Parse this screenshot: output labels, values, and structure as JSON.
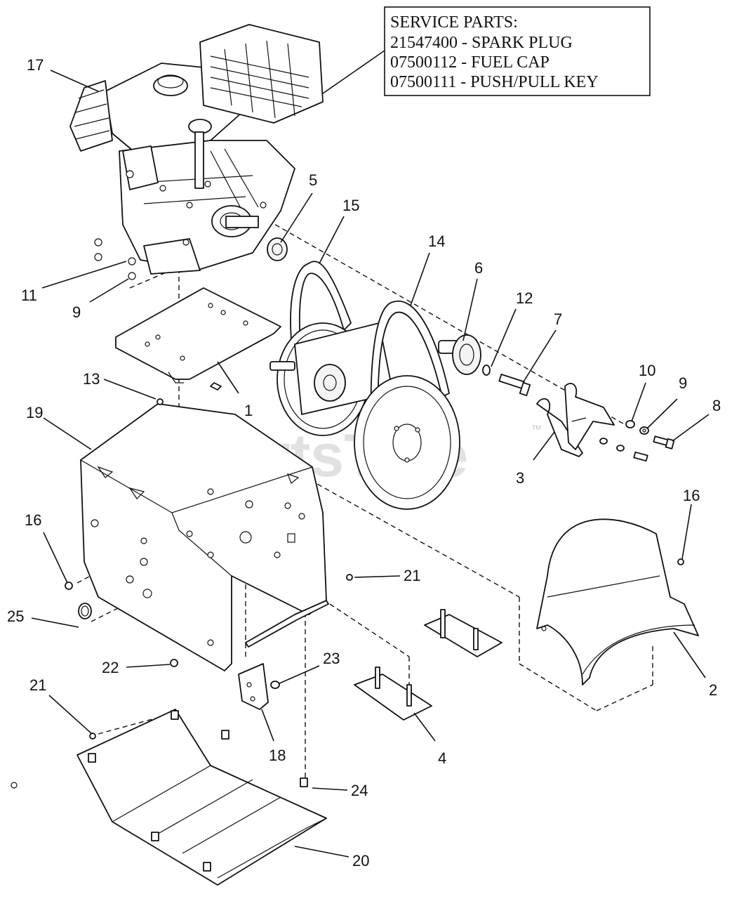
{
  "service_box": {
    "title": "SERVICE PARTS:",
    "lines": [
      "21547400 - SPARK PLUG",
      "07500112 - FUEL CAP",
      "07500111 - PUSH/PULL KEY"
    ]
  },
  "watermark": {
    "text": "PartsTree",
    "tm": "TM"
  },
  "callouts": [
    {
      "id": "c17",
      "text": "17"
    },
    {
      "id": "c5",
      "text": "5"
    },
    {
      "id": "c15",
      "text": "15"
    },
    {
      "id": "c14",
      "text": "14"
    },
    {
      "id": "c6",
      "text": "6"
    },
    {
      "id": "c12",
      "text": "12"
    },
    {
      "id": "c7",
      "text": "7"
    },
    {
      "id": "c11",
      "text": "11"
    },
    {
      "id": "c9a",
      "text": "9"
    },
    {
      "id": "c13",
      "text": "13"
    },
    {
      "id": "c1",
      "text": "1"
    },
    {
      "id": "c19",
      "text": "19"
    },
    {
      "id": "c10",
      "text": "10"
    },
    {
      "id": "c9b",
      "text": "9"
    },
    {
      "id": "c8",
      "text": "8"
    },
    {
      "id": "c3",
      "text": "3"
    },
    {
      "id": "c16a",
      "text": "16"
    },
    {
      "id": "c16b",
      "text": "16"
    },
    {
      "id": "c21a",
      "text": "21"
    },
    {
      "id": "c25",
      "text": "25"
    },
    {
      "id": "c22",
      "text": "22"
    },
    {
      "id": "c23",
      "text": "23"
    },
    {
      "id": "c2",
      "text": "2"
    },
    {
      "id": "c21b",
      "text": "21"
    },
    {
      "id": "c18",
      "text": "18"
    },
    {
      "id": "c4",
      "text": "4"
    },
    {
      "id": "c24",
      "text": "24"
    },
    {
      "id": "c20",
      "text": "20"
    }
  ]
}
